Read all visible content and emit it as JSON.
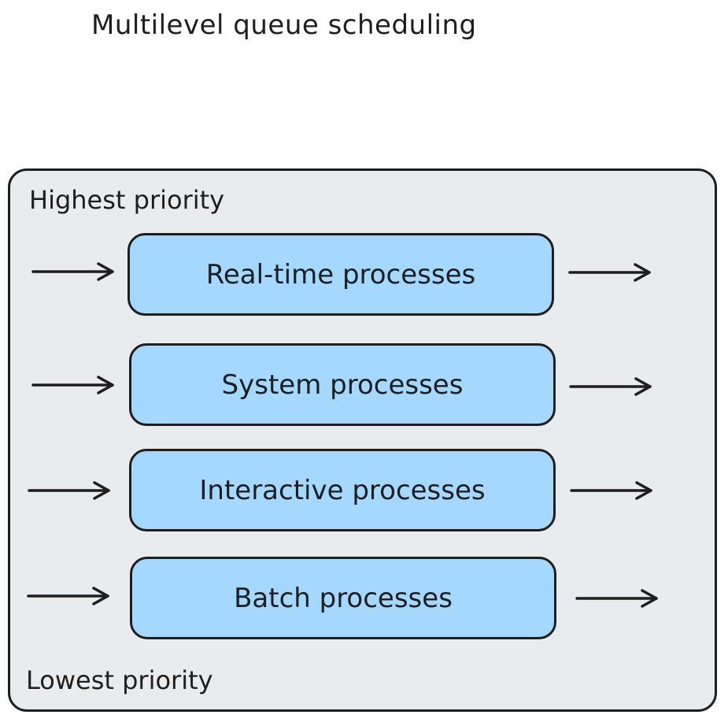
{
  "title": "Multilevel queue scheduling",
  "priority": {
    "highest": "Highest priority",
    "lowest": "Lowest priority"
  },
  "queues": [
    {
      "label": "Real-time processes"
    },
    {
      "label": "System processes"
    },
    {
      "label": "Interactive processes"
    },
    {
      "label": "Batch processes"
    }
  ],
  "colors": {
    "stroke": "#1e1e1e",
    "container_fill": "#e9ecef",
    "queue_fill": "#a5d8ff",
    "background": "#ffffff"
  }
}
